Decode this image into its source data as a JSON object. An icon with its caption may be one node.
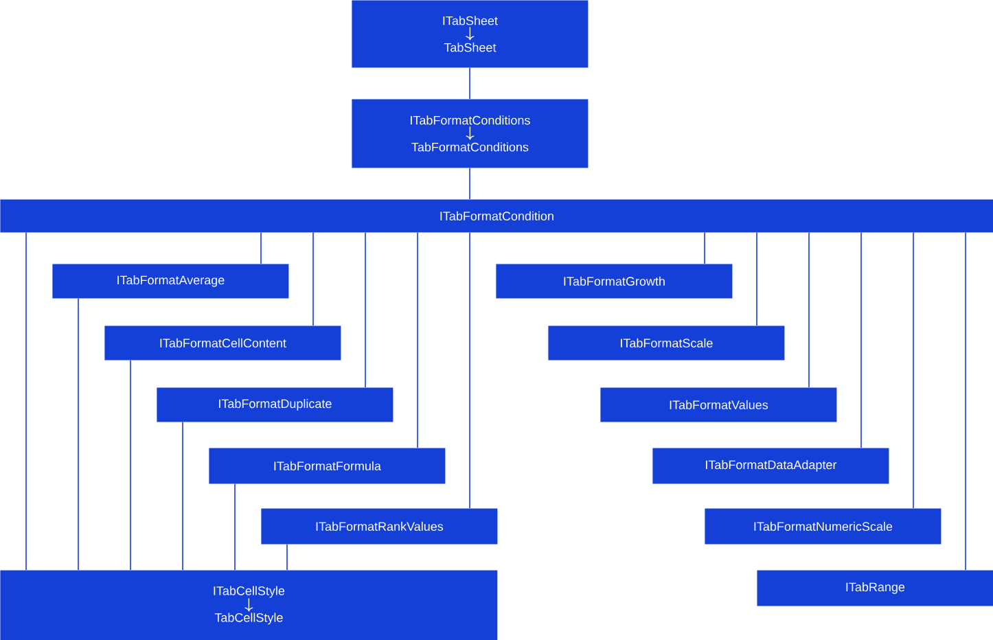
{
  "diagram": {
    "nodes": [
      {
        "text": [
          "ITabSheet",
          "TabSheet"
        ]
      },
      {
        "text": [
          "ITabFormatConditions",
          "TabFormatConditions"
        ]
      },
      {
        "text": [
          "ITabFormatCondition"
        ]
      },
      {
        "text": [
          "ITabFormatAverage"
        ]
      },
      {
        "text": [
          "ITabFormatCellContent"
        ]
      },
      {
        "text": [
          "ITabFormatDuplicate"
        ]
      },
      {
        "text": [
          "ITabFormatFormula"
        ]
      },
      {
        "text": [
          "ITabFormatRankValues"
        ]
      },
      {
        "text": [
          "ITabFormatGrowth"
        ]
      },
      {
        "text": [
          "ITabFormatScale"
        ]
      },
      {
        "text": [
          "ITabFormatValues"
        ]
      },
      {
        "text": [
          "ITabFormatDataAdapter"
        ]
      },
      {
        "text": [
          "ITabFormatNumericScale"
        ]
      },
      {
        "text": [
          "ITabRange"
        ]
      },
      {
        "text": [
          "ITabCellStyle",
          "TabCellStyle"
        ]
      }
    ],
    "edges": [
      {
        "from": 0,
        "to": 1,
        "arrow": "none"
      },
      {
        "from": 1,
        "to": 2,
        "arrow": "none"
      },
      {
        "from": 2,
        "to": 14,
        "arrow": "none"
      },
      {
        "from": 2,
        "to": 3,
        "arrow": "none"
      },
      {
        "from": 2,
        "to": 4,
        "arrow": "none"
      },
      {
        "from": 2,
        "to": 5,
        "arrow": "none"
      },
      {
        "from": 2,
        "to": 6,
        "arrow": "none"
      },
      {
        "from": 2,
        "to": 7,
        "arrow": "none"
      },
      {
        "from": 2,
        "to": 8,
        "arrow": "none"
      },
      {
        "from": 2,
        "to": 9,
        "arrow": "none"
      },
      {
        "from": 2,
        "to": 10,
        "arrow": "none"
      },
      {
        "from": 2,
        "to": 11,
        "arrow": "none"
      },
      {
        "from": 2,
        "to": 12,
        "arrow": "none"
      },
      {
        "from": 2,
        "to": 13,
        "arrow": "none"
      },
      {
        "from": 3,
        "to": 14,
        "arrow": "none"
      },
      {
        "from": 4,
        "to": 14,
        "arrow": "none"
      },
      {
        "from": 5,
        "to": 14,
        "arrow": "none"
      },
      {
        "from": 6,
        "to": 14,
        "arrow": "none"
      },
      {
        "from": 7,
        "to": 14,
        "arrow": "none"
      }
    ]
  }
}
